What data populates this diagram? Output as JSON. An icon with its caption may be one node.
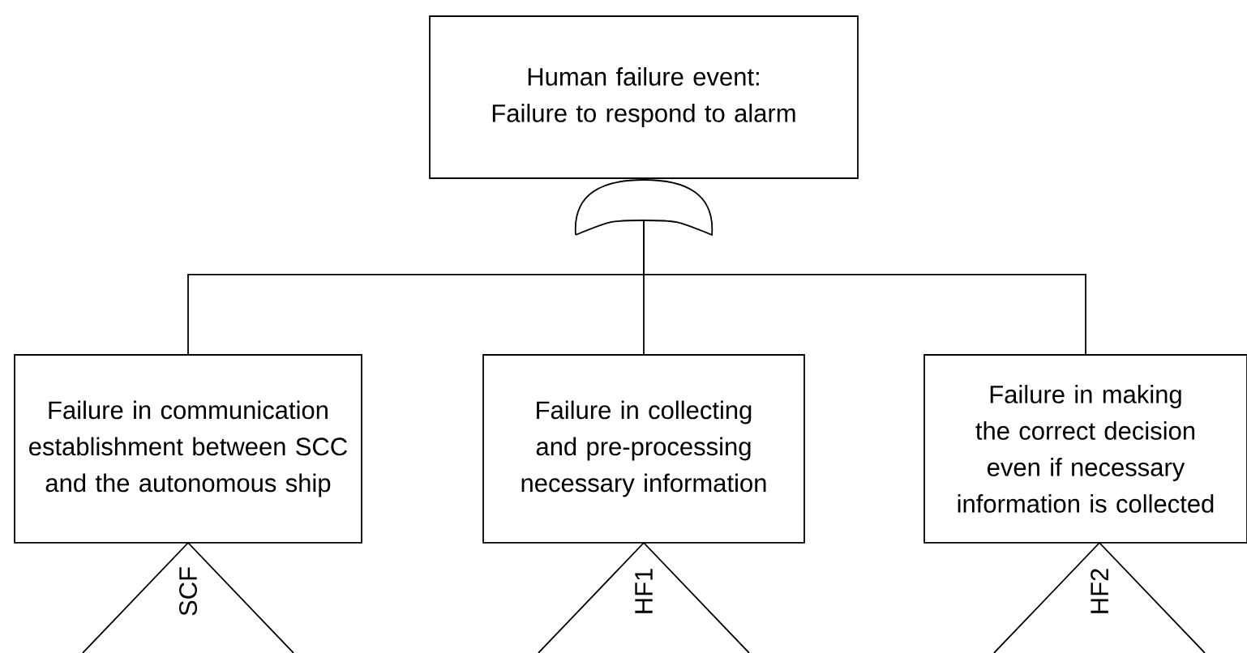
{
  "diagram": {
    "nodes": [
      {
        "text": [
          "Human failure event: Failure to respond to alarm"
        ]
      },
      {
        "text": [],
        "shape": "gate"
      },
      {
        "text": [
          "Failure in communication establishment between SCC and the autonomous ship"
        ]
      },
      {
        "text": [
          "Failure in collecting and pre-processing necessary information"
        ]
      },
      {
        "text": [
          "Failure in making the correct decision even if necessary information is collected"
        ]
      },
      {
        "text": [
          "SCF"
        ]
      },
      {
        "text": [
          "HF1"
        ]
      },
      {
        "text": [
          "HF2"
        ]
      }
    ],
    "edges": [
      {
        "from": 1,
        "to": 2,
        "arrow": "none"
      },
      {
        "from": 1,
        "to": 3,
        "arrow": "none"
      },
      {
        "from": 1,
        "to": 4,
        "arrow": "none"
      }
    ]
  }
}
